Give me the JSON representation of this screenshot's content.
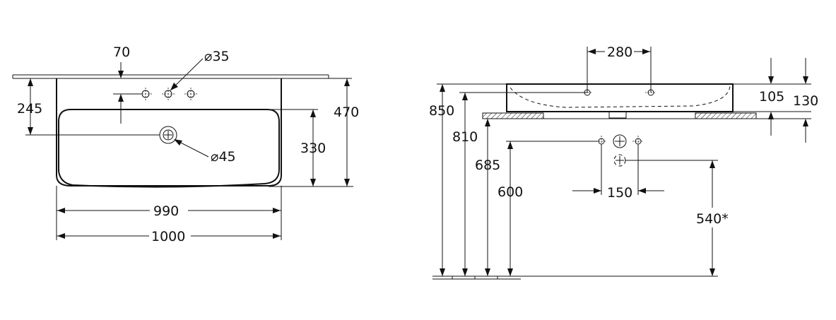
{
  "plan_view": {
    "dim_tap_hole_offset": "70",
    "dim_tap_hole_diameter": "⌀35",
    "dim_hole_to_drain": "245",
    "dim_overall_depth": "470",
    "dim_bowl_depth": "330",
    "dim_drain_diameter": "⌀45",
    "dim_bowl_width": "990",
    "dim_overall_width": "1000"
  },
  "side_view": {
    "dim_tap_spacing": "280",
    "dim_height_850": "850",
    "dim_height_810": "810",
    "dim_height_685": "685",
    "dim_height_600": "600",
    "dim_rim_105": "105",
    "dim_rim_130": "130",
    "dim_outlet_spacing": "150",
    "dim_trap_height": "540*"
  },
  "colors": {
    "line": "#111111",
    "background": "#ffffff"
  }
}
